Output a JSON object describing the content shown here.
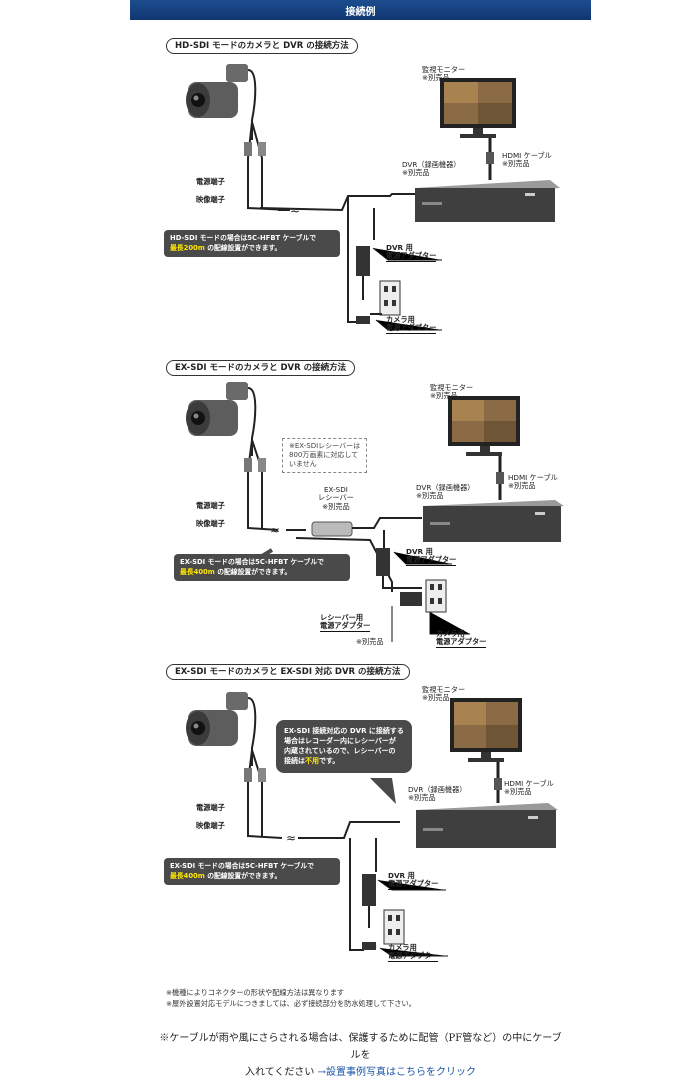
{
  "header": {
    "title": "接続例"
  },
  "sections": [
    {
      "title": "HD-SDI モードのカメラと DVR の接続方法",
      "monitor": [
        "監視モニター",
        "※別売品"
      ],
      "hdmi": [
        "HDMI ケーブル",
        "※別売品"
      ],
      "dvr": [
        "DVR（録画機器）",
        "※別売品"
      ],
      "power_terminal": "電源端子",
      "video_terminal": "映像端子",
      "note_prefix": "HD-SDI モードの場合は5C-HFBT ケーブルで",
      "note_highlight": "最長200m",
      "note_suffix": " の配線設置ができます。",
      "dvr_adapter": [
        "DVR 用",
        "電源アダプター"
      ],
      "camera_adapter": [
        "カメラ用",
        "電源アダプター"
      ]
    },
    {
      "title": "EX-SDI モードのカメラと DVR の接続方法",
      "monitor": [
        "監視モニター",
        "※別売品"
      ],
      "hdmi": [
        "HDMI ケーブル",
        "※別売品"
      ],
      "dvr": [
        "DVR（録画機器）",
        "※別売品"
      ],
      "receiver_caution": [
        "※EX-SDIレシーバーは",
        "800万画素に対応して",
        "いません"
      ],
      "receiver": [
        "EX-SDI",
        "レシーバー",
        "※別売品"
      ],
      "power_terminal": "電源端子",
      "video_terminal": "映像端子",
      "note_prefix": "EX-SDI モードの場合は5C-HFBT ケーブルで",
      "note_highlight": "最長400m",
      "note_suffix": " の配線設置ができます。",
      "dvr_adapter": [
        "DVR 用",
        "電源アダプター"
      ],
      "receiver_adapter": [
        "レシーバー用",
        "電源アダプター"
      ],
      "receiver_adapter_sold": "※別売品",
      "camera_adapter": [
        "カメラ用",
        "電源アダプター"
      ]
    },
    {
      "title": "EX-SDI モードのカメラと EX-SDI 対応 DVR の接続方法",
      "monitor": [
        "監視モニター",
        "※別売品"
      ],
      "hdmi": [
        "HDMI ケーブル",
        "※別売品"
      ],
      "dvr": [
        "DVR（録画機器）",
        "※別売品"
      ],
      "bubble_lines": [
        "EX-SDI 接続対応の DVR に接続する",
        "場合はレコーダー内にレシーバーが",
        "内蔵されているので、レシーバーの"
      ],
      "bubble_last_prefix": "接続は",
      "bubble_last_highlight": "不用",
      "bubble_last_suffix": "です。",
      "power_terminal": "電源端子",
      "video_terminal": "映像端子",
      "note_prefix": "EX-SDI モードの場合は5C-HFBT ケーブルで",
      "note_highlight": "最長400m",
      "note_suffix": " の配線設置ができます。",
      "dvr_adapter": [
        "DVR 用",
        "電源アダプター"
      ],
      "camera_adapter": [
        "カメラ用",
        "電源アダプター"
      ]
    }
  ],
  "footnotes": [
    "※機種によりコネクターの形状や配線方法は異なります",
    "※屋外設置対応モデルにつきましては、必ず接続部分を防水処理して下さい。"
  ],
  "bottom": {
    "line1": "※ケーブルが雨や風にさらされる場合は、保護するために配管（PF管など）の中にケーブ",
    "line2": "ルを",
    "line3": "入れてください",
    "link": "→設置事例写真はこちらをクリック"
  }
}
